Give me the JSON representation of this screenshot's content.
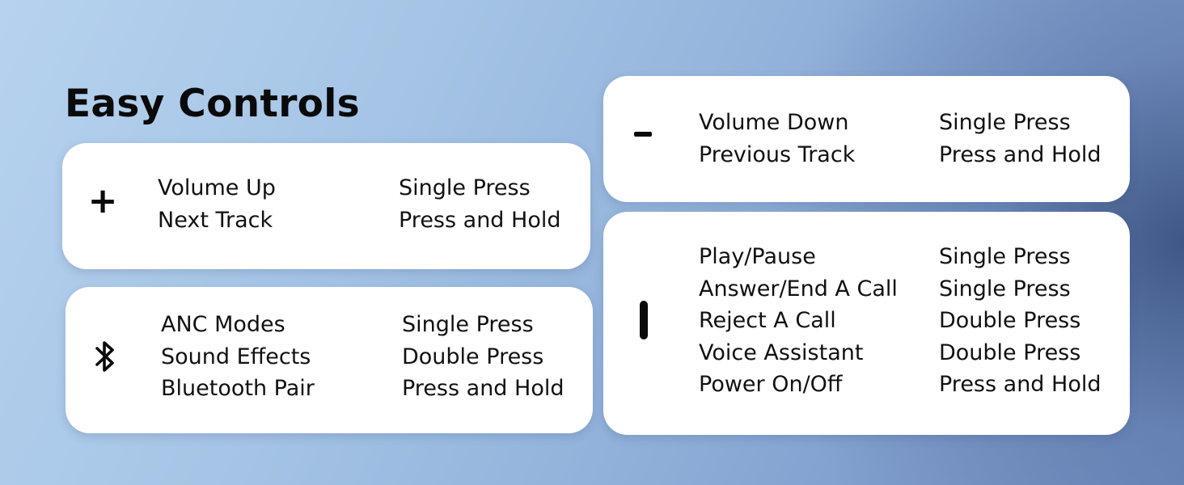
{
  "title": "Easy Controls",
  "cards": {
    "plus": {
      "symbol": "+",
      "icon": "plus-icon",
      "actions": [
        "Volume Up",
        "Next Track"
      ],
      "presses": [
        "Single Press",
        "Press and Hold"
      ]
    },
    "bluetooth": {
      "icon": "bluetooth-icon",
      "actions": [
        "ANC Modes",
        "Sound Effects",
        "Bluetooth Pair"
      ],
      "presses": [
        "Single Press",
        "Double Press",
        "Press and Hold"
      ]
    },
    "minus": {
      "icon": "minus-icon",
      "actions": [
        "Volume Down",
        "Previous Track"
      ],
      "presses": [
        "Single Press",
        "Press and Hold"
      ]
    },
    "mfb": {
      "icon": "multifunction-button-icon",
      "actions": [
        "Play/Pause",
        "Answer/End A Call",
        "Reject A Call",
        "Voice Assistant",
        "Power On/Off"
      ],
      "presses": [
        "Single Press",
        "Single Press",
        "Double Press",
        "Double Press",
        "Press and Hold"
      ]
    }
  },
  "colors": {
    "card_background": "#ffffff",
    "text": "#111111",
    "background_light": "#b6d2ee",
    "background_dark": "#3c5482"
  }
}
